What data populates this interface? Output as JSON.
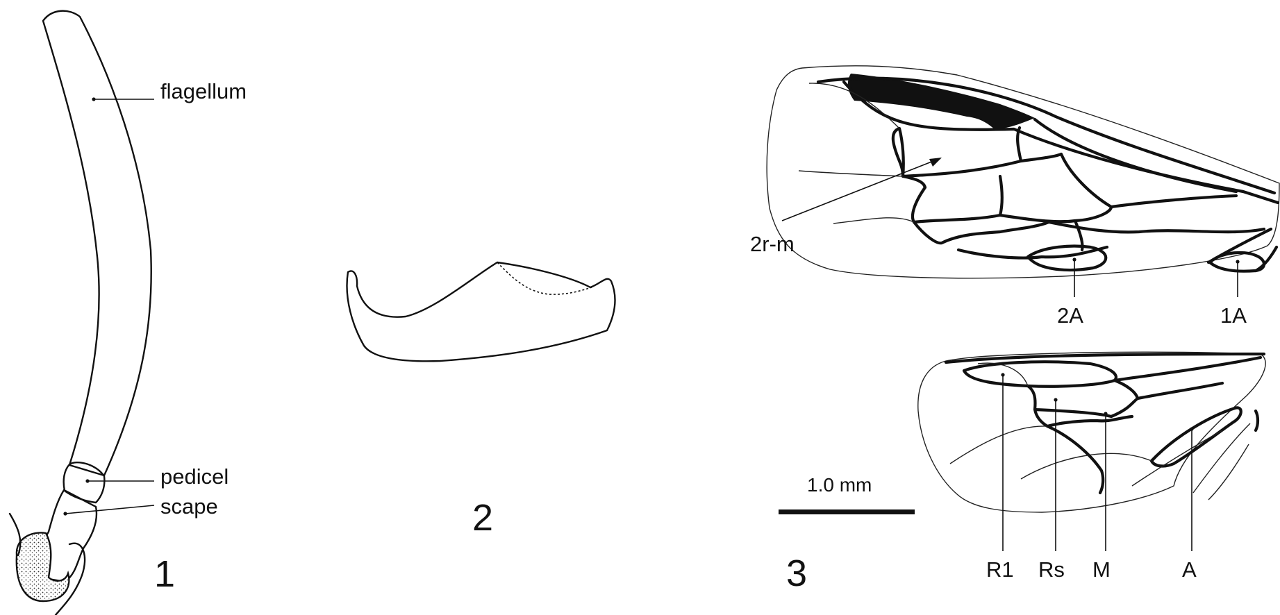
{
  "figure": {
    "panel_numbers": [
      "1",
      "2",
      "3"
    ],
    "antenna_labels": {
      "flagellum": "flagellum",
      "pedicel": "pedicel",
      "scape": "scape"
    },
    "forewing_labels": {
      "cross_vein": "2r-m",
      "anal_2": "2A",
      "anal_1": "1A"
    },
    "hindwing_labels": {
      "r1": "R1",
      "rs": "Rs",
      "m": "M",
      "a": "A"
    },
    "scale_bar": {
      "text": "1.0 mm",
      "value": 1.0,
      "unit": "mm"
    }
  }
}
